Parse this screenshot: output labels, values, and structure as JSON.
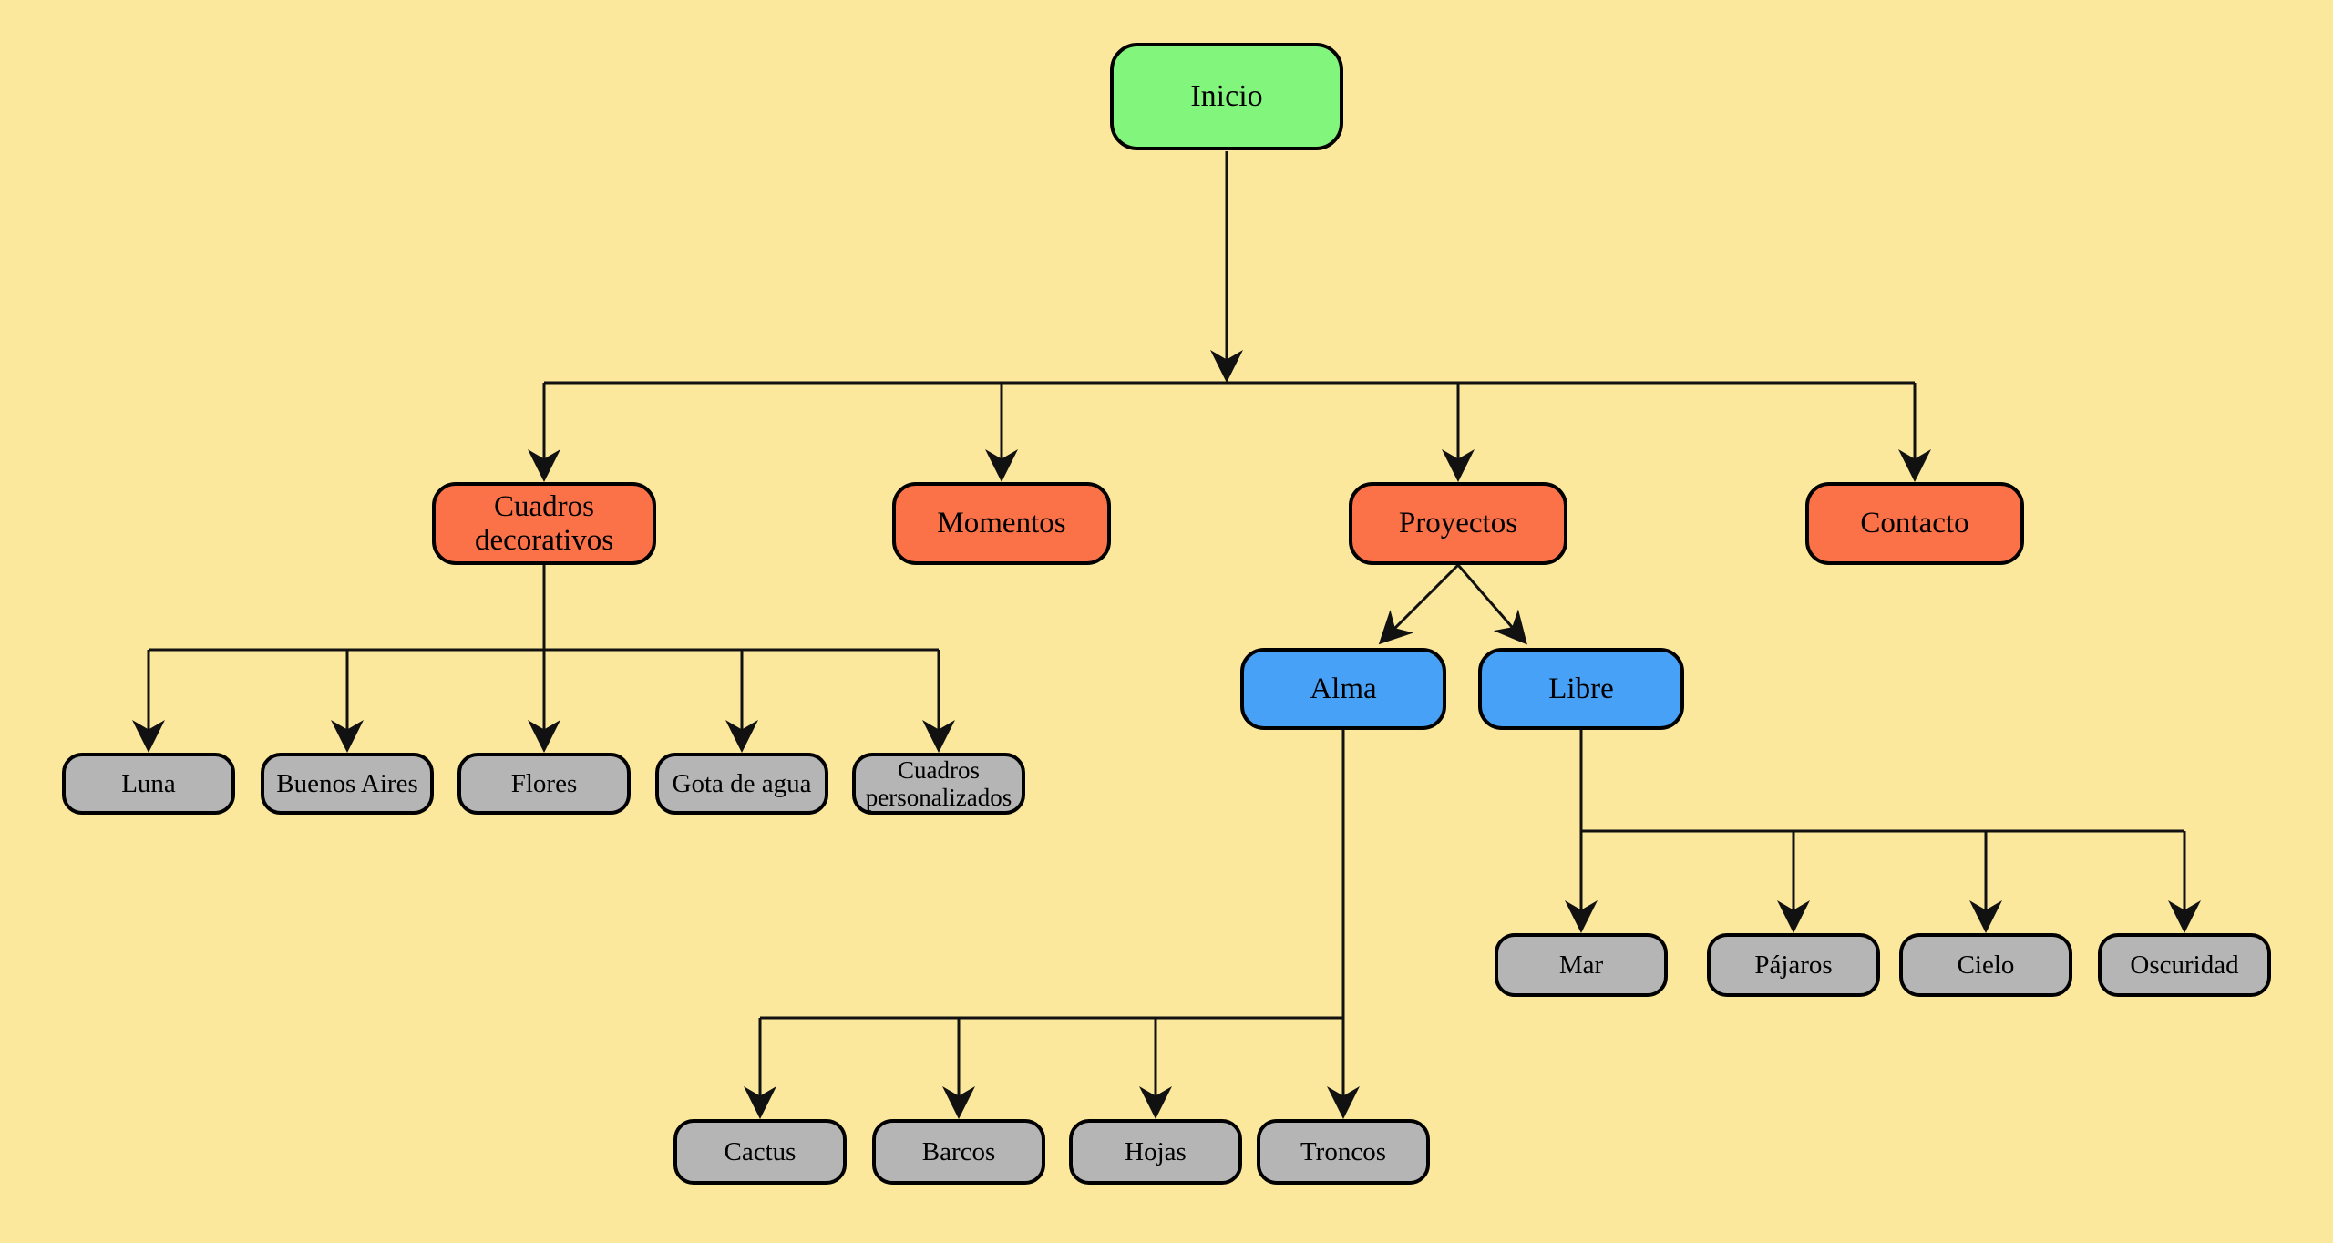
{
  "diagram": {
    "kind": "sitemap flowchart",
    "background_color": "#FBE89D",
    "line_color": "#111111",
    "level_colors": {
      "root": "#82F57D",
      "section": "#FB7249",
      "subsection": "#47A1F7",
      "leaf": "#B5B5B5"
    },
    "tree": {
      "Inicio": {
        "Cuadros decorativos": [
          "Luna",
          "Buenos Aires",
          "Flores",
          "Gota de agua",
          "Cuadros personalizados"
        ],
        "Momentos": [],
        "Proyectos": {
          "Alma": [
            "Cactus",
            "Barcos",
            "Hojas",
            "Troncos"
          ],
          "Libre": [
            "Mar",
            "Pájaros",
            "Cielo",
            "Oscuridad"
          ]
        },
        "Contacto": []
      }
    }
  },
  "nodes": {
    "inicio": {
      "label": "Inicio",
      "color": "#82F57D"
    },
    "cuadros": {
      "label": "Cuadros decorativos",
      "color": "#FB7249"
    },
    "momentos": {
      "label": "Momentos",
      "color": "#FB7249"
    },
    "proyectos": {
      "label": "Proyectos",
      "color": "#FB7249"
    },
    "contacto": {
      "label": "Contacto",
      "color": "#FB7249"
    },
    "luna": {
      "label": "Luna",
      "color": "#B5B5B5"
    },
    "baires": {
      "label": "Buenos Aires",
      "color": "#B5B5B5"
    },
    "flores": {
      "label": "Flores",
      "color": "#B5B5B5"
    },
    "gota": {
      "label": "Gota de agua",
      "color": "#B5B5B5"
    },
    "cpers": {
      "label": "Cuadros personalizados",
      "color": "#B5B5B5"
    },
    "alma": {
      "label": "Alma",
      "color": "#47A1F7"
    },
    "libre": {
      "label": "Libre",
      "color": "#47A1F7"
    },
    "mar": {
      "label": "Mar",
      "color": "#B5B5B5"
    },
    "pajaros": {
      "label": "Pájaros",
      "color": "#B5B5B5"
    },
    "cielo": {
      "label": "Cielo",
      "color": "#B5B5B5"
    },
    "oscuridad": {
      "label": "Oscuridad",
      "color": "#B5B5B5"
    },
    "cactus": {
      "label": "Cactus",
      "color": "#B5B5B5"
    },
    "barcos": {
      "label": "Barcos",
      "color": "#B5B5B5"
    },
    "hojas": {
      "label": "Hojas",
      "color": "#B5B5B5"
    },
    "troncos": {
      "label": "Troncos",
      "color": "#B5B5B5"
    }
  }
}
